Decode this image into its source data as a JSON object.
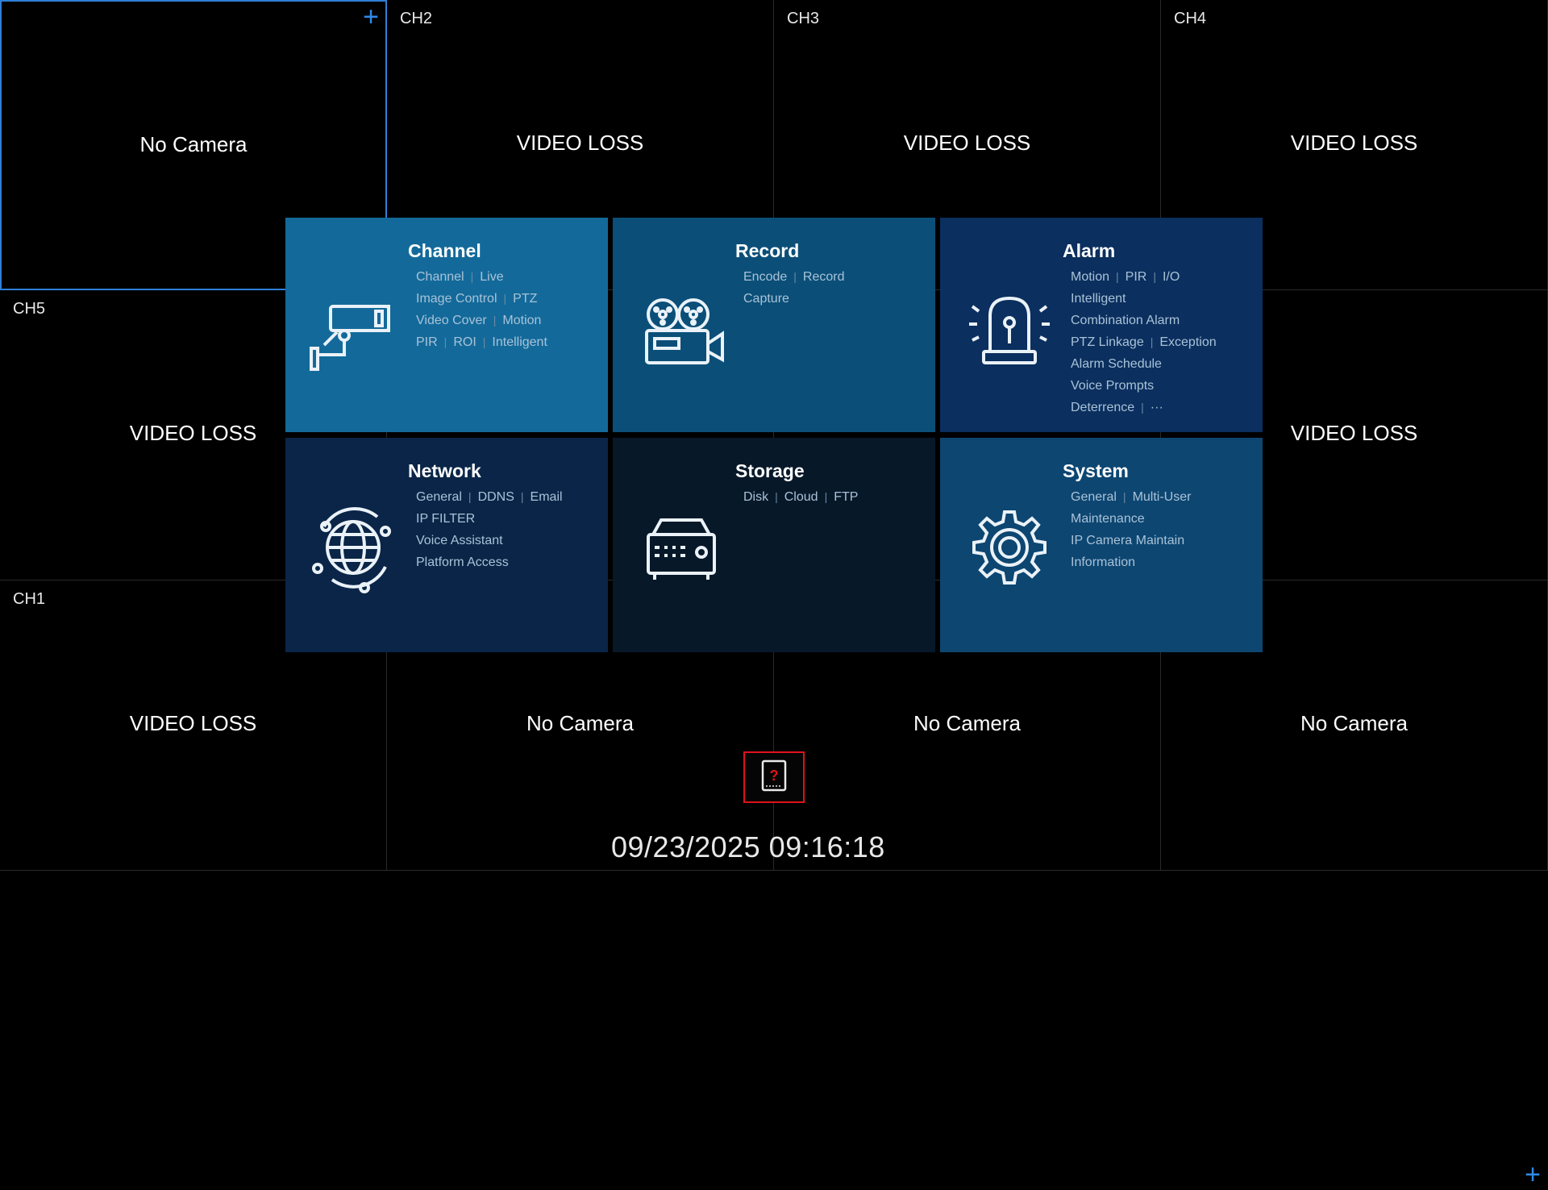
{
  "cells": [
    {
      "label": "",
      "message": "No Camera",
      "plus": "+"
    },
    {
      "label": "CH2",
      "message": "VIDEO LOSS"
    },
    {
      "label": "CH3",
      "message": "VIDEO LOSS"
    },
    {
      "label": "CH4",
      "message": "VIDEO LOSS"
    },
    {
      "label": "CH5",
      "message": "VIDEO LOSS"
    },
    {
      "label": "",
      "message": ""
    },
    {
      "label": "",
      "message": ""
    },
    {
      "label": "",
      "message": "VIDEO LOSS"
    },
    {
      "label": "CH1",
      "message": "VIDEO LOSS"
    },
    {
      "label": "",
      "message": "No Camera"
    },
    {
      "label": "",
      "message": "No Camera"
    },
    {
      "label": "",
      "message": "No Camera",
      "plus": "+"
    }
  ],
  "menu": {
    "channel": {
      "title": "Channel",
      "icon": "camera-icon",
      "color": "#136a9a",
      "rows": [
        [
          "Channel",
          "Live"
        ],
        [
          "Image Control",
          "PTZ"
        ],
        [
          "Video Cover",
          "Motion"
        ],
        [
          "PIR",
          "ROI",
          "Intelligent"
        ]
      ]
    },
    "record": {
      "title": "Record",
      "icon": "film-camera-icon",
      "color": "#0b4f78",
      "rows": [
        [
          "Encode",
          "Record"
        ],
        [
          "Capture"
        ]
      ]
    },
    "alarm": {
      "title": "Alarm",
      "icon": "siren-icon",
      "color": "#0b2f5e",
      "rows": [
        [
          "Motion",
          "PIR",
          "I/O"
        ],
        [
          "Intelligent"
        ],
        [
          "Combination Alarm"
        ],
        [
          "PTZ Linkage",
          "Exception"
        ],
        [
          "Alarm Schedule"
        ],
        [
          "Voice Prompts"
        ],
        [
          "Deterrence",
          "···"
        ]
      ]
    },
    "network": {
      "title": "Network",
      "icon": "globe-icon",
      "color": "#0a2547",
      "rows": [
        [
          "General",
          "DDNS",
          "Email"
        ],
        [
          "IP FILTER"
        ],
        [
          "Voice Assistant"
        ],
        [
          "Platform Access"
        ]
      ]
    },
    "storage": {
      "title": "Storage",
      "icon": "hdd-icon",
      "color": "#071829",
      "rows": [
        [
          "Disk",
          "Cloud",
          "FTP"
        ]
      ]
    },
    "system": {
      "title": "System",
      "icon": "gear-icon",
      "color": "#0d4671",
      "rows": [
        [
          "General",
          "Multi-User"
        ],
        [
          "Maintenance"
        ],
        [
          "IP Camera Maintain"
        ],
        [
          "Information"
        ]
      ]
    }
  },
  "status": {
    "hdd_icon": "hdd-unknown-icon",
    "hdd_symbol": "?",
    "datetime": "09/23/2025 09:16:18"
  }
}
